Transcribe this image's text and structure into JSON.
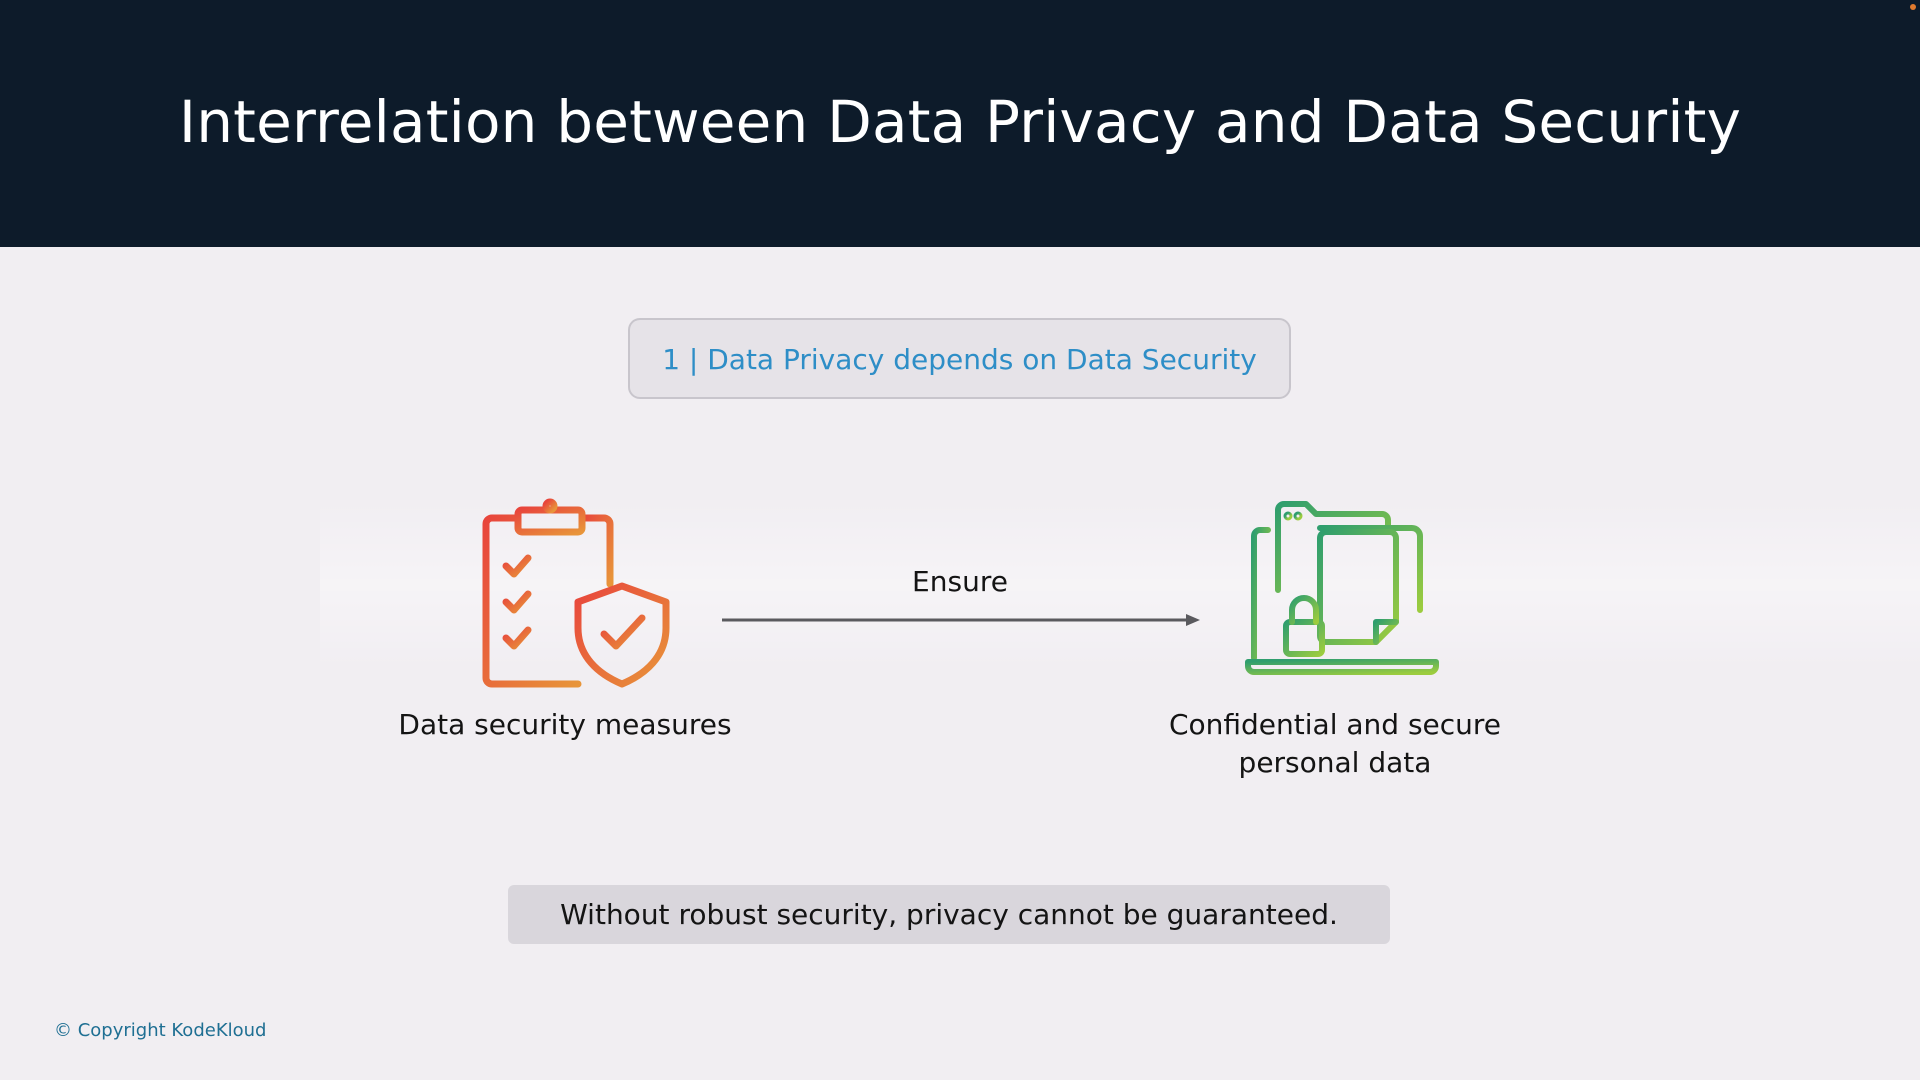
{
  "slide": {
    "title": "Interrelation between Data Privacy and Data Security",
    "topic": "1 | Data Privacy depends on Data Security",
    "left_label": "Data security measures",
    "arrow_label": "Ensure",
    "right_label_line1": "Confidential and secure",
    "right_label_line2": "personal data",
    "note": "Without robust security, privacy cannot be guaranteed.",
    "copyright": "© Copyright KodeKloud"
  },
  "icons": {
    "left": "clipboard-shield-checklist-icon",
    "right": "laptop-locked-document-icon"
  },
  "colors": {
    "header_bg": "#0d1b2a",
    "topic_text": "#2e8ec7",
    "left_icon_gradient": [
      "#e8453c",
      "#e8923a"
    ],
    "right_icon_gradient": [
      "#2f9e6e",
      "#8cc63f"
    ],
    "copyright": "#1f6f93"
  }
}
